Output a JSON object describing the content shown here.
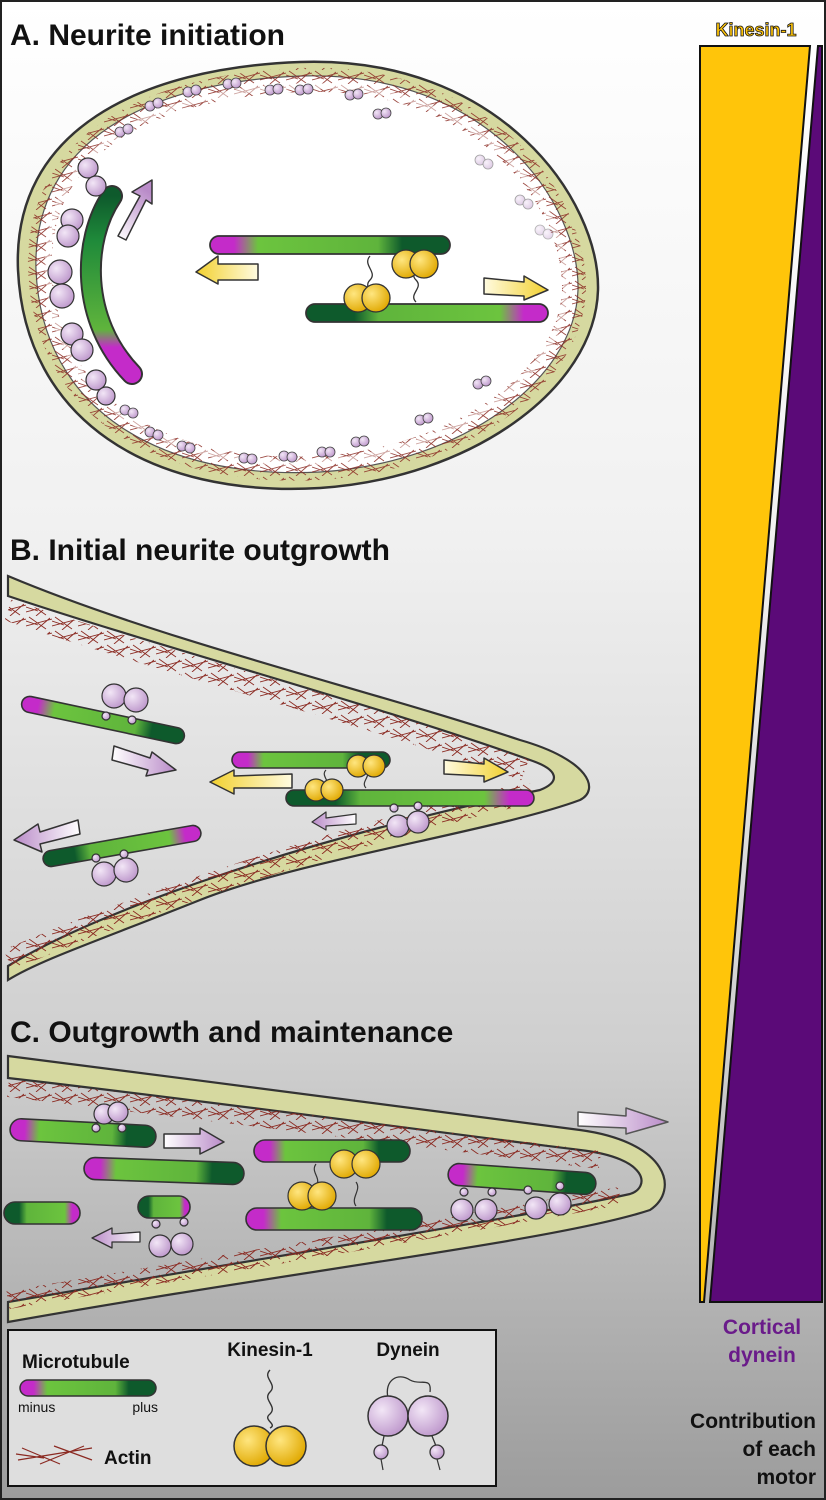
{
  "panels": {
    "a_title": "A. Neurite initiation",
    "b_title": "B. Initial neurite outgrowth",
    "c_title": "C. Outgrowth and maintenance"
  },
  "gradient_bar": {
    "top_label": "Kinesin-1",
    "bottom_label_line1": "Cortical",
    "bottom_label_line2": "dynein",
    "caption_line1": "Contribution",
    "caption_line2": "of each",
    "caption_line3": "motor",
    "kinesin_color": "#FFC50A",
    "dynein_color": "#5B0A78"
  },
  "legend": {
    "microtubule_label": "Microtubule",
    "minus_label": "minus",
    "plus_label": "plus",
    "actin_label": "Actin",
    "kinesin_label": "Kinesin-1",
    "dynein_label": "Dynein"
  },
  "colors": {
    "membrane": "#D6D9A0",
    "actin": "#8B2A22",
    "mt_minus": "#C42BC9",
    "mt_mid": "#6CC43E",
    "mt_plus": "#0E5A2C",
    "kinesin": "#F0C420",
    "dynein": "#D4B4DE"
  }
}
